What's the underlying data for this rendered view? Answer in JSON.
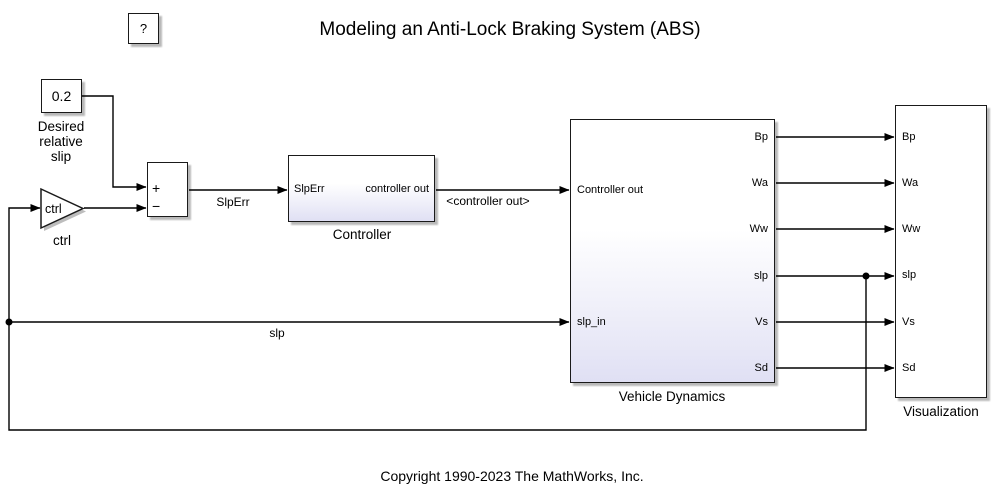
{
  "title": "Modeling an Anti-Lock Braking System (ABS)",
  "copyright": "Copyright 1990-2023 The MathWorks, Inc.",
  "help_block": {
    "label": "?"
  },
  "blocks": {
    "desired_slip": {
      "value": "0.2",
      "label": "Desired relative slip"
    },
    "gain": {
      "text": "ctrl",
      "label": "ctrl"
    },
    "sum": {
      "plus": "+",
      "minus": "−"
    },
    "controller": {
      "name": "Controller",
      "in_port": "SlpErr",
      "out_port": "controller out"
    },
    "vehicle_dynamics": {
      "name": "Vehicle Dynamics",
      "in_ports": [
        "Controller out",
        "slp_in"
      ],
      "out_ports": [
        "Bp",
        "Wa",
        "Ww",
        "slp",
        "Vs",
        "Sd"
      ]
    },
    "visualization": {
      "name": "Visualization",
      "in_ports": [
        "Bp",
        "Wa",
        "Ww",
        "slp",
        "Vs",
        "Sd"
      ]
    }
  },
  "wire_labels": {
    "slp_err": "SlpErr",
    "controller_out": "<controller out>",
    "slp": "slp"
  },
  "colors": {
    "background": "#ffffff",
    "block_border": "#1a1a1a",
    "block_shadow": "#b9b9b9",
    "gradient_bottom": "#e0e0f4",
    "wire": "#000000"
  }
}
